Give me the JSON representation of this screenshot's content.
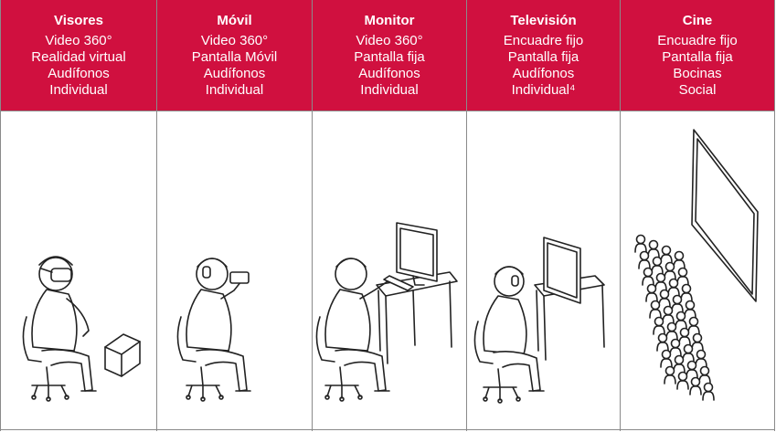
{
  "columns": [
    {
      "title": "Visores",
      "lines": [
        "Video 360°",
        "Realidad virtual",
        "Audífonos",
        "Individual"
      ],
      "illustration": "person-with-vr-headset-and-box"
    },
    {
      "title": "Móvil",
      "lines": [
        "Video 360°",
        "Pantalla Móvil",
        "Audífonos",
        "Individual"
      ],
      "illustration": "person-with-phone"
    },
    {
      "title": "Monitor",
      "lines": [
        "Video 360°",
        "Pantalla fija",
        "Audífonos",
        "Individual"
      ],
      "illustration": "person-at-desk-with-monitor"
    },
    {
      "title": "Televisión",
      "lines": [
        "Encuadre fijo",
        "Pantalla fija",
        "Audífonos",
        "Individual⁴"
      ],
      "illustration": "person-watching-tv"
    },
    {
      "title": "Cine",
      "lines": [
        "Encuadre fijo",
        "Pantalla fija",
        "Bocinas",
        "Social"
      ],
      "illustration": "audience-facing-cinema-screen"
    }
  ],
  "colors": {
    "header": "#d0103f",
    "header_text": "#ffffff",
    "border": "#8a8a8a",
    "drawing": "#222222"
  }
}
